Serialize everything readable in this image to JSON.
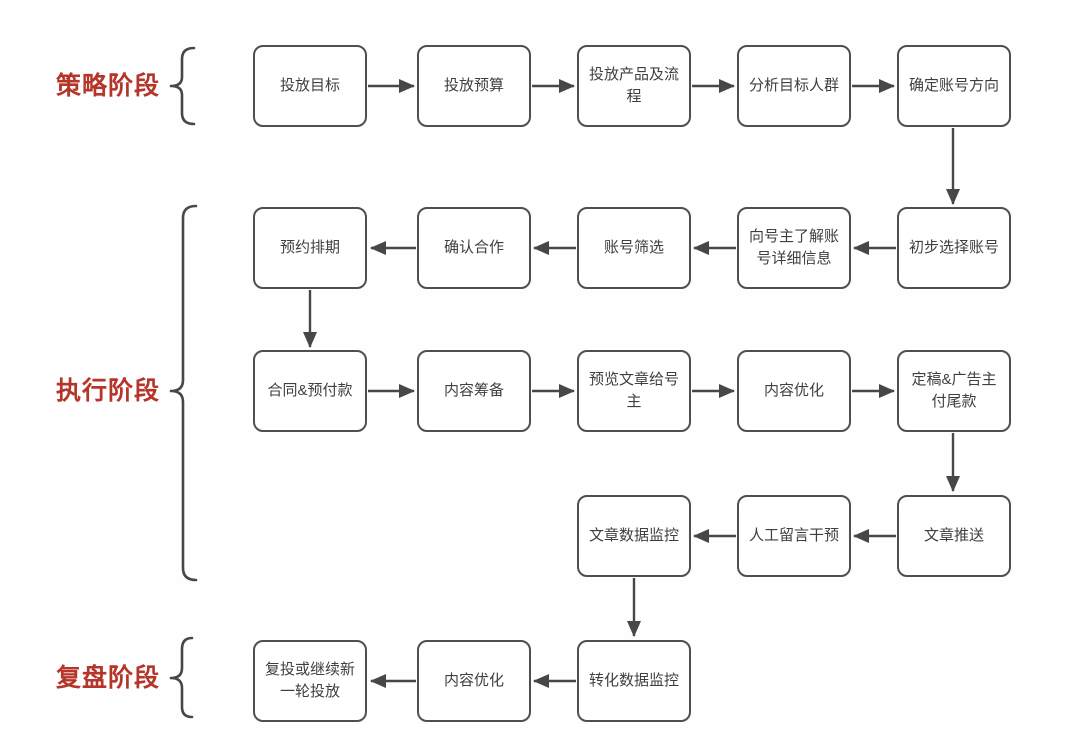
{
  "diagram_type": "flowchart",
  "colors": {
    "phase_label": "#b5352a",
    "box_border": "#4f4f4f",
    "box_text": "#3f3f3f",
    "arrow": "#474747",
    "background": "#fefefe"
  },
  "phase_labels": [
    "策略阶段",
    "执行阶段",
    "复盘阶段"
  ],
  "rows": [
    {
      "phase": "策略阶段",
      "direction": "left-to-right",
      "steps": [
        "投放目标",
        "投放预算",
        "投放产品及流程",
        "分析目标人群",
        "确定账号方向"
      ]
    },
    {
      "phase": "执行阶段",
      "direction": "right-to-left",
      "steps": [
        "初步选择账号",
        "向号主了解账号详细信息",
        "账号筛选",
        "确认合作",
        "预约排期"
      ]
    },
    {
      "phase": "执行阶段",
      "direction": "left-to-right",
      "steps": [
        "合同&预付款",
        "内容筹备",
        "预览文章给号主",
        "内容优化",
        "定稿&广告主付尾款"
      ]
    },
    {
      "phase": "执行阶段",
      "direction": "right-to-left",
      "steps": [
        "文章推送",
        "人工留言干预",
        "文章数据监控"
      ]
    },
    {
      "phase": "复盘阶段",
      "direction": "right-to-left",
      "steps": [
        "转化数据监控",
        "内容优化",
        "复投或继续新一轮投放"
      ]
    }
  ]
}
